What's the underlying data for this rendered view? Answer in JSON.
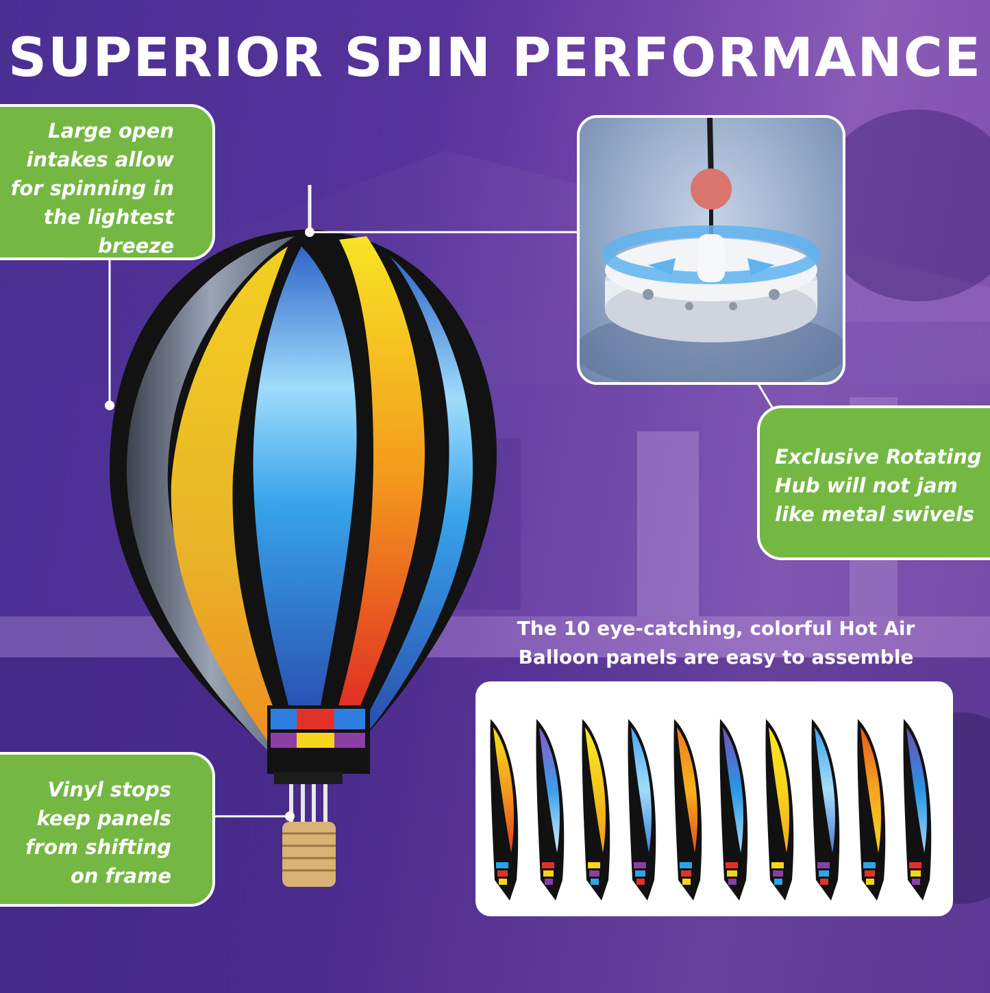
{
  "title": "SUPERIOR SPIN PERFORMANCE",
  "callouts": {
    "intakes": [
      "Large open",
      "intakes allow",
      "for spinning in",
      "the lightest",
      "breeze"
    ],
    "hub": [
      "Exclusive Rotating",
      "Hub will not jam",
      "like metal swivels"
    ],
    "vinyl": [
      "Vinyl stops",
      "keep panels",
      "from shifting",
      "on frame"
    ]
  },
  "panels_caption": [
    "The 10 eye-catching, colorful Hot Air",
    "Balloon panels are easy to assemble"
  ],
  "panels": {
    "count": 10,
    "gradients": [
      [
        "#f3e21c",
        "#f39a1d",
        "#e3401e"
      ],
      [
        "#8a59c4",
        "#3c9ee7",
        "#d8efff"
      ],
      [
        "#f7ec26",
        "#f6c51a",
        "#f19b1c"
      ],
      [
        "#4aa8ea",
        "#9fdcfb",
        "#3d82d8"
      ],
      [
        "#f07d1e",
        "#f7b21e",
        "#e34c1b"
      ],
      [
        "#7151bb",
        "#2a97e3",
        "#a9d9fb"
      ],
      [
        "#f6e61e",
        "#f8d31d",
        "#f3a81e"
      ],
      [
        "#3ca5e8",
        "#a8dcfa",
        "#4e7cd0"
      ],
      [
        "#ea5a1e",
        "#f5a61e",
        "#f8d41d"
      ],
      [
        "#6e4cb6",
        "#2996e2",
        "#a2d4f7"
      ]
    ]
  },
  "colors": {
    "accent_green": "#74b843",
    "background_purple": "#55339a"
  }
}
